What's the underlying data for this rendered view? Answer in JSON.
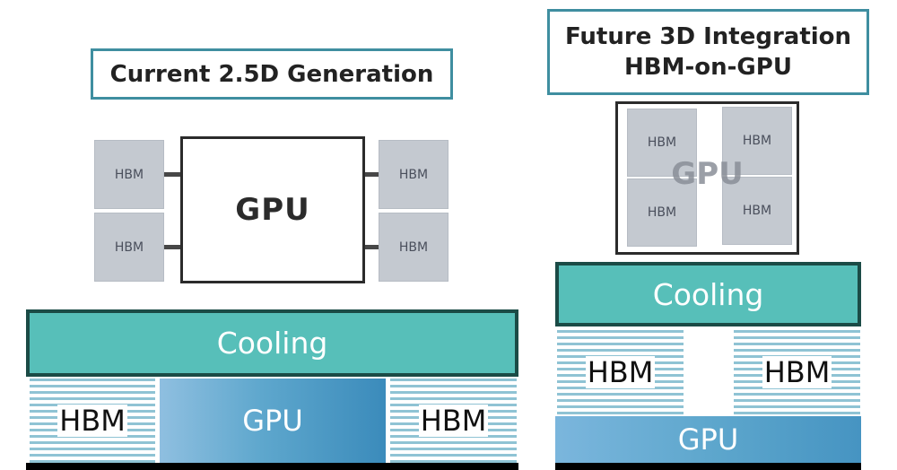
{
  "left": {
    "title": "Current 2.5D Generation",
    "top": {
      "gpu_label": "GPU",
      "hbm_labels": [
        "HBM",
        "HBM",
        "HBM",
        "HBM"
      ]
    },
    "side": {
      "cooling_label": "Cooling",
      "hbm_left_label": "HBM",
      "gpu_label": "GPU",
      "hbm_right_label": "HBM"
    }
  },
  "right": {
    "title_line1": "Future 3D Integration",
    "title_line2": "HBM-on-GPU",
    "top": {
      "gpu_label": "GPU",
      "hbm_labels": [
        "HBM",
        "HBM",
        "HBM",
        "HBM"
      ]
    },
    "side": {
      "cooling_label": "Cooling",
      "hbm_left_label": "HBM",
      "hbm_right_label": "HBM",
      "gpu_label": "GPU"
    }
  },
  "colors": {
    "cooling": "#57bfb9",
    "cooling_border": "#1b4b46",
    "hbm_chip": "#c4c9d0",
    "title_border": "#3f8ea0",
    "stripe": "#8fc3d4",
    "gpu_block": "#5fa6c9"
  }
}
